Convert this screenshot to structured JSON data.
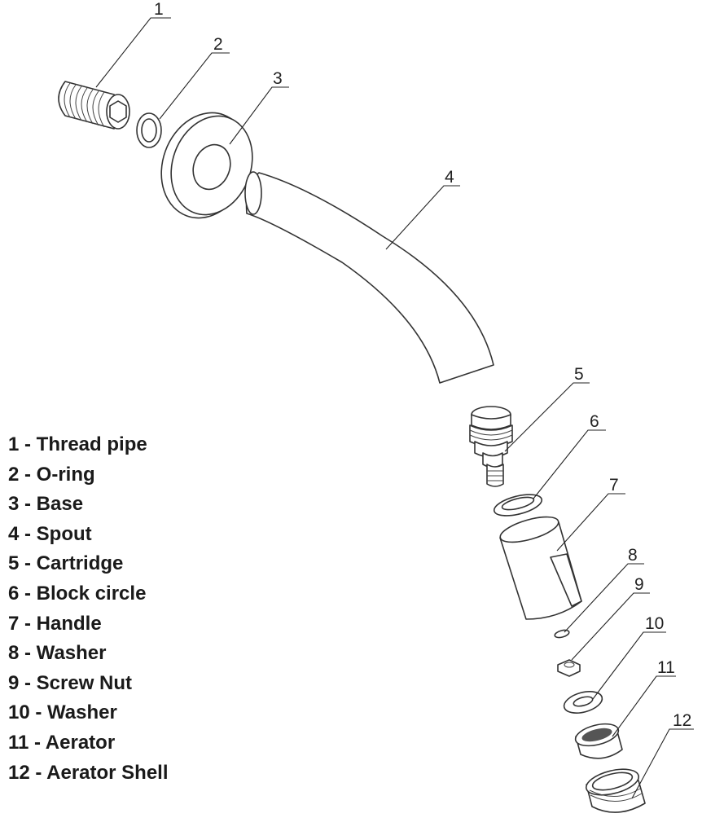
{
  "callouts": [
    "1",
    "2",
    "3",
    "4",
    "5",
    "6",
    "7",
    "8",
    "9",
    "10",
    "11",
    "12"
  ],
  "legend": [
    "1 - Thread pipe",
    "2 - O-ring",
    "3 - Base",
    "4 - Spout",
    "5 - Cartridge",
    "6 - Block circle",
    "7 - Handle",
    "8 - Washer",
    "9 - Screw Nut",
    "10 - Washer",
    "11 - Aerator",
    "12 - Aerator Shell"
  ]
}
